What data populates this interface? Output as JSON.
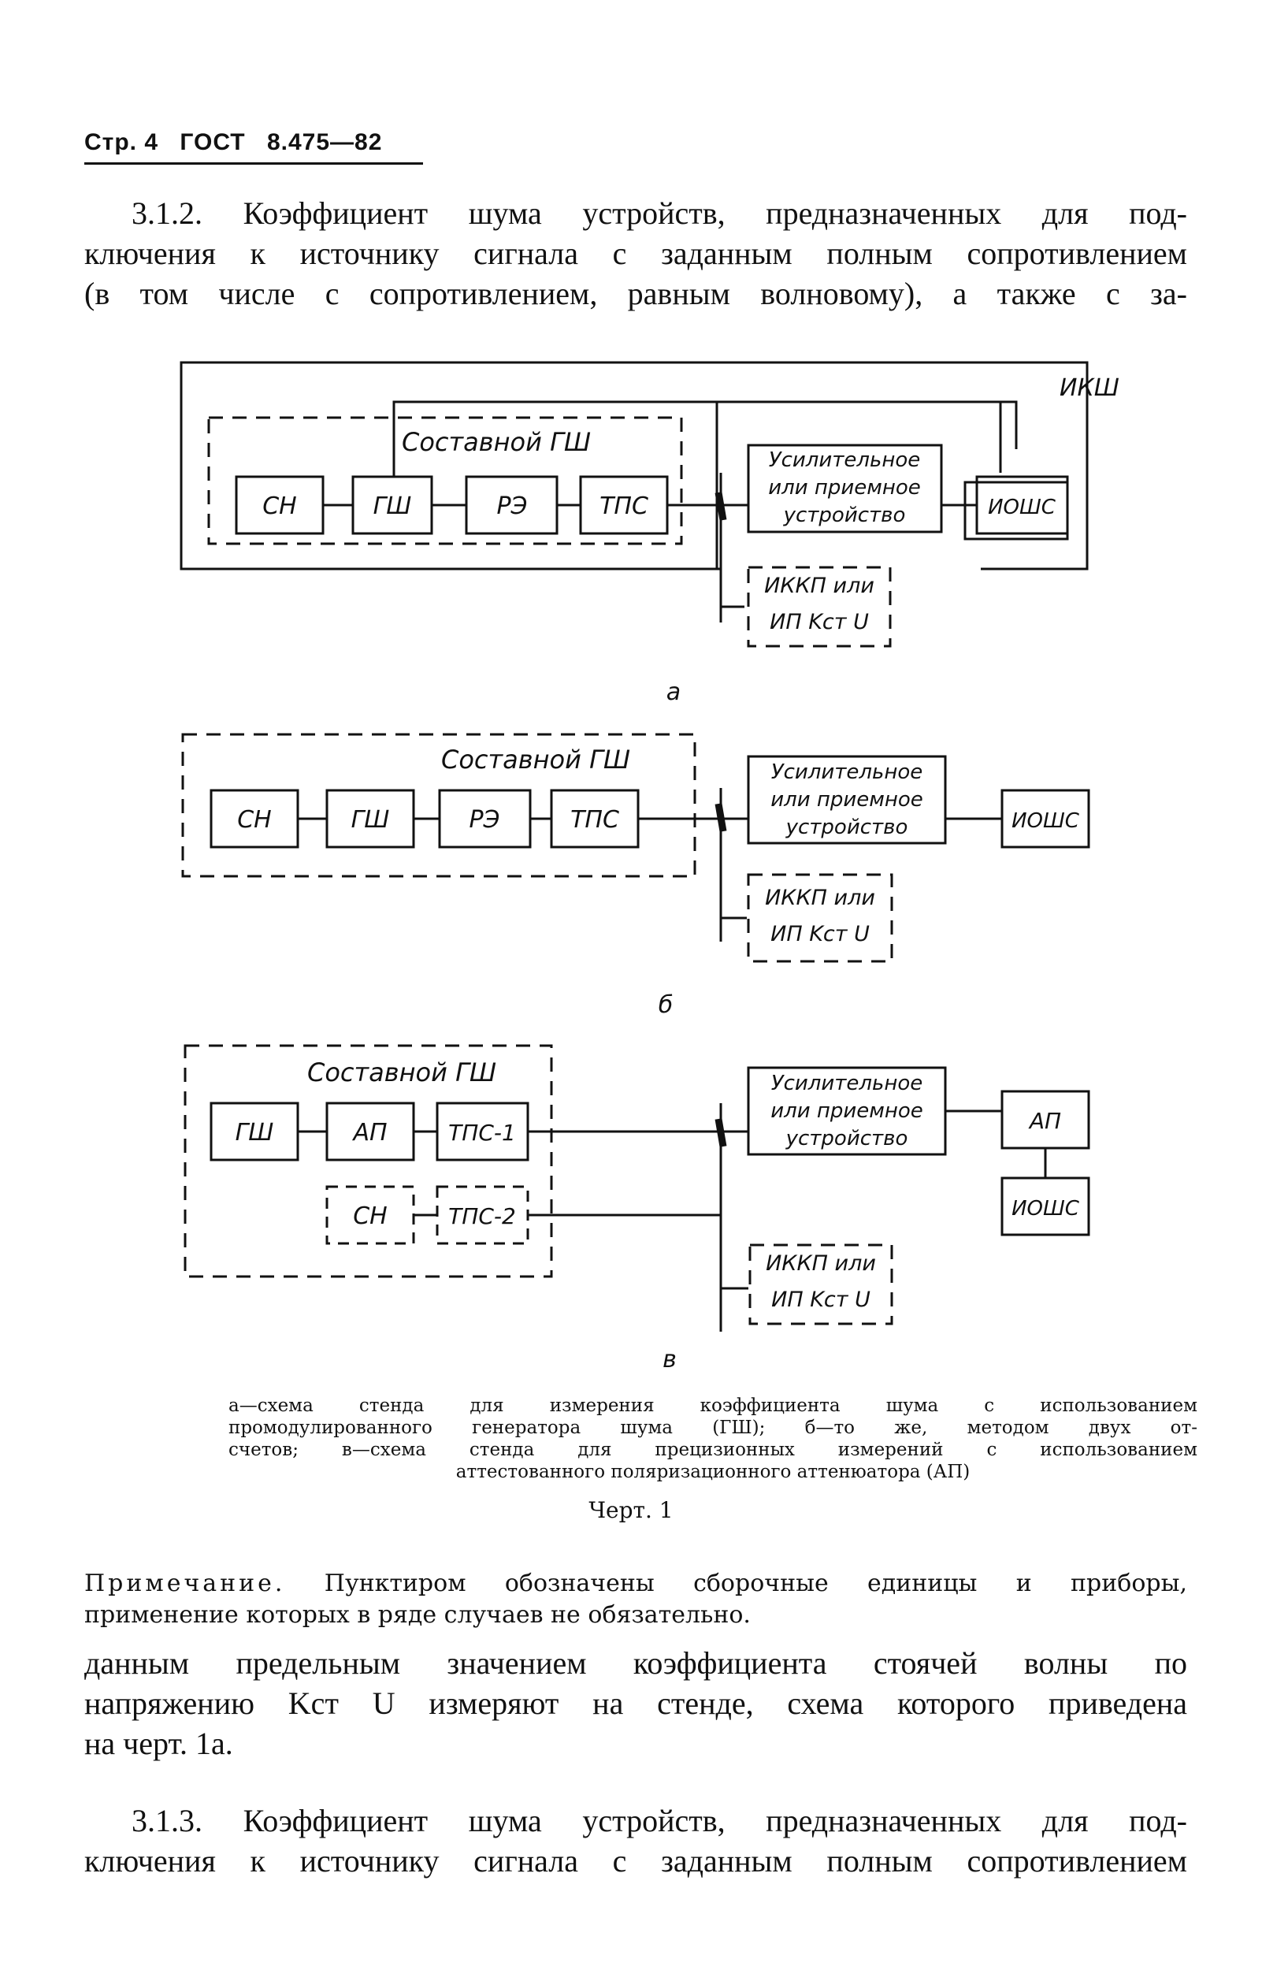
{
  "header": {
    "page": "Стр. 4",
    "standard": "ГОСТ",
    "number": "8.475—82"
  },
  "para_312": [
    "3.1.2. Коэффициент шума устройств, предназначенных для под-",
    "ключения к источнику сигнала с заданным полным сопротивлением",
    "(в том числе с сопротивлением, равным волновому), а также с за-"
  ],
  "figure": {
    "a": {
      "ikh": "ИКШ",
      "group": "Составной ГШ",
      "blocks": [
        "СН",
        "ГШ",
        "РЭ",
        "ТПС"
      ],
      "amp": [
        "Усилительное",
        "или приемное",
        "устройство"
      ],
      "meter": "ИОШС",
      "vswr": [
        "ИККП или",
        "ИП Kст U"
      ],
      "letter": "а"
    },
    "b": {
      "group": "Составной ГШ",
      "blocks": [
        "СН",
        "ГШ",
        "РЭ",
        "ТПС"
      ],
      "amp": [
        "Усилительное",
        "или приемное",
        "устройство"
      ],
      "meter": "ИОШС",
      "vswr": [
        "ИККП или",
        "ИП Kст U"
      ],
      "letter": "б"
    },
    "v": {
      "group": "Составной ГШ",
      "row1": [
        "ГШ",
        "АП",
        "ТПС-1"
      ],
      "row2": [
        "СН",
        "ТПС-2"
      ],
      "amp": [
        "Усилительное",
        "или приемное",
        "устройство"
      ],
      "att": "АП",
      "meter": "ИОШС",
      "vswr": [
        "ИККП или",
        "ИП Kст U"
      ],
      "letter": "в"
    }
  },
  "caption": [
    "а—схема стенда для измерения коэффициента шума с использованием",
    "промодулированного генератора шума (ГШ); б—то же, методом двух от-",
    "счетов; в—схема стенда для прецизионных измерений с использованием",
    "аттестованного поляризационного аттенюатора (АП)"
  ],
  "chert": "Черт. 1",
  "note": {
    "label": "Примечание.",
    "line1": "Пунктиром обозначены сборочные единицы и приборы,",
    "line2": "применение которых в ряде случаев не обязательно."
  },
  "para_312_cont": [
    "данным предельным значением коэффициента стоячей волны по",
    "напряжению Kст U измеряют на стенде, схема которого приведена",
    "на черт. 1а."
  ],
  "para_313": [
    "3.1.3. Коэффициент шума устройств, предназначенных для под-",
    "ключения к источнику сигнала с заданным полным сопротивлением"
  ]
}
